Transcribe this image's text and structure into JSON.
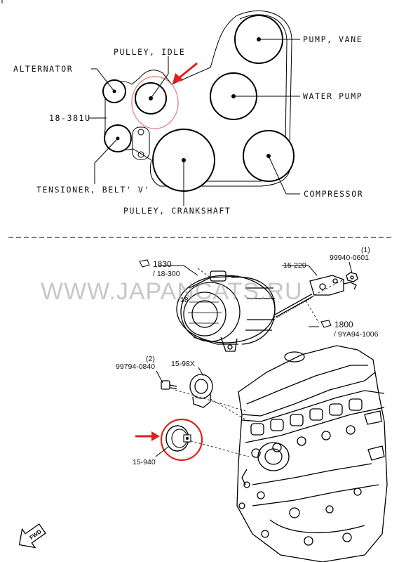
{
  "belt_diagram": {
    "labels": {
      "pump_vane": "PUMP, VANE",
      "pulley_idle": "PULLEY, IDLE",
      "alternator": "ALTERNATOR",
      "water_pump": "WATER PUMP",
      "belt_ref": "18-381U",
      "tensioner": "TENSIONER, BELT' V'",
      "compressor": "COMPRESSOR",
      "crankshaft": "PULLEY, CRANKSHAFT"
    }
  },
  "parts_diagram": {
    "ref_1830": "1830",
    "ref_18_300": "/ 18-300",
    "ref_15_220": "15-220",
    "ref_99940": "99940-0601",
    "qty_1": "(1)",
    "ref_1800": "1800",
    "ref_9ya94": "/ 9YA94-1006",
    "ref_99794": "99794-0840",
    "qty_2": "(2)",
    "ref_15_98x": "15-98X",
    "ref_15_940": "15-940",
    "small_ref": "18",
    "fwd": "FWD"
  },
  "watermark": "WWW.JAPANCATS.RU",
  "colors": {
    "highlight": "#e0201c",
    "idle_circle": "#e38b8b",
    "ink": "#000000"
  }
}
